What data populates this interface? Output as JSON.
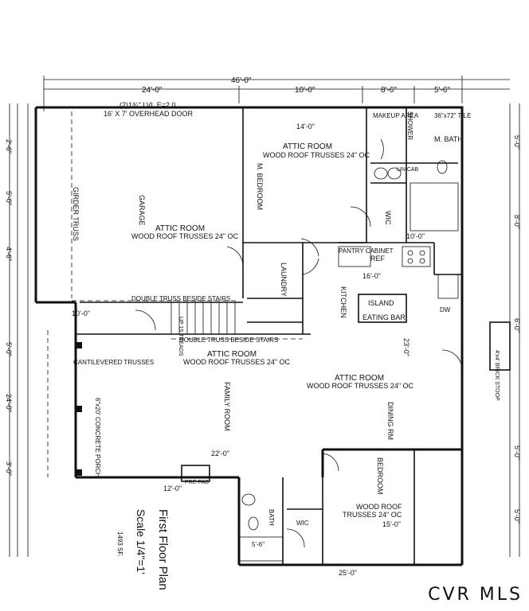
{
  "title": "First Floor Plan",
  "scale": "Scale 1/4\"=1'",
  "area": "1493 SF.",
  "watermark": "CVR MLS",
  "dims": {
    "top_total": "46'-0\"",
    "top_left": "24'-0\"",
    "top_mid": "10'-0\"",
    "top_r1": "8'-6\"",
    "top_r2": "5'-6\"",
    "d14": "14'-0\"",
    "d16": "16'-0\"",
    "d10": "10'-0\"",
    "d10b": "10'-0\"",
    "d22": "22'-0\"",
    "d12": "12'-0\"",
    "d15": "15'-0\"",
    "d25": "25'-0\"",
    "d23": "23'-0\"",
    "d56": "5'-6\""
  },
  "labels": {
    "lvl": "(2)1¾\" LVL E=2.0",
    "door": "16' X 7' OVERHEAD DOOR",
    "garage": "GARAGE",
    "girder": "GIRDER TRUSS",
    "attic_garage_1": "ATTIC ROOM",
    "attic_garage_2": "WOOD ROOF TRUSSES 24\" OC",
    "attic_mbed_1": "ATTIC ROOM",
    "attic_mbed_2": "WOOD ROOF TRUSSES 24\" OC",
    "mbedroom": "M. BEDROOM",
    "makeup": "MAKEUP AREA",
    "shower": "SHOWER",
    "tile": "36\"x72\" TILE",
    "mbath": "M. BATH",
    "lincab": "LIN CAB",
    "wic": "WIC",
    "pantry": "PANTRY CABINET",
    "ref": "REF",
    "laundry": "LAUNDRY",
    "kitchen": "KITCHEN",
    "island": "ISLAND",
    "eating_bar": "EATING BAR",
    "double_truss_1": "DOUBLE TRUSS BESIDE STAIRS",
    "double_truss_2": "DOUBLE TRUSS BESIDE STAIRS",
    "treads": "UP 15 TREADS",
    "attic_family_1": "ATTIC ROOM",
    "attic_family_2": "WOOD ROOF TRUSSES 24\" OC",
    "family": "FAMILY ROOM",
    "attic_dining_1": "ATTIC ROOM",
    "attic_dining_2": "WOOD ROOF TRUSSES 24\" OC",
    "dining": "DINING RM",
    "cantilever": "CANTILEVERED TRUSSES",
    "porch": "6\"x20' CONCRETE PORCH",
    "stoop": "4'x4' BRICK STOOP",
    "bedroom": "BEDROOM",
    "bedroom_roof_1": "WOOD ROOF",
    "bedroom_roof_2": "TRUSSES 24\" OC",
    "bath": "BATH",
    "wic2": "WIC",
    "prefab": "PRE-FAB",
    "dw": "DW"
  }
}
